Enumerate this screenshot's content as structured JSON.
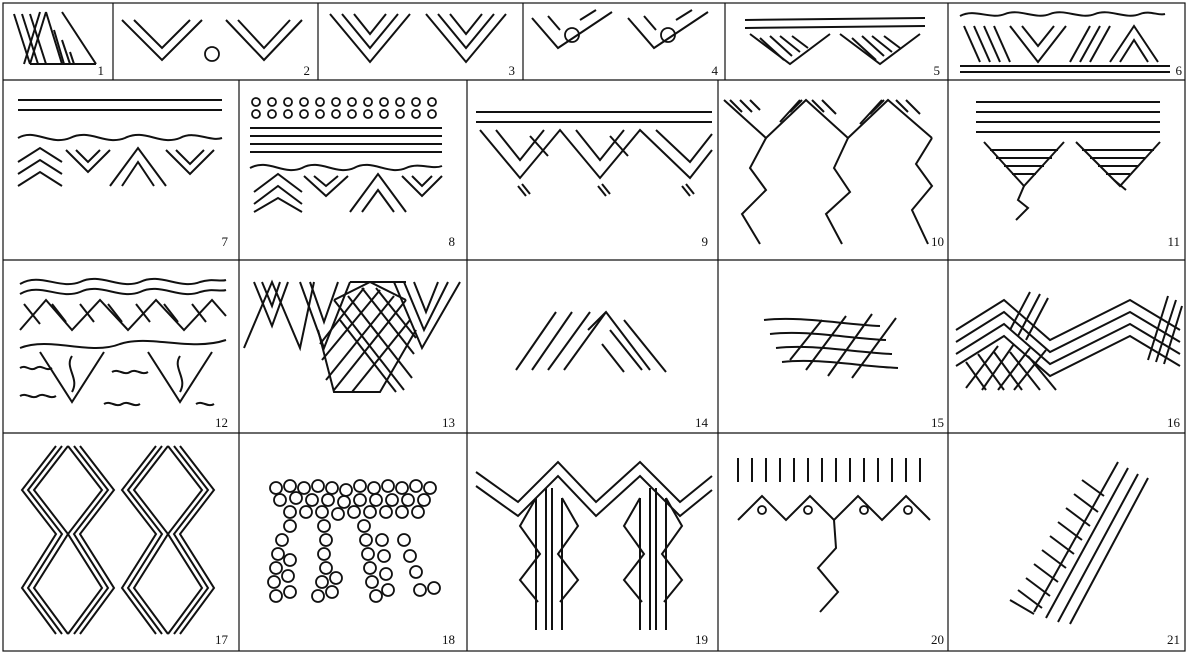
{
  "figure": {
    "cells": [
      {
        "number": "1",
        "motif": "slanted-hatched-triangle"
      },
      {
        "number": "2",
        "motif": "nested-chevrons-with-circle"
      },
      {
        "number": "3",
        "motif": "triple-nested-chevrons"
      },
      {
        "number": "4",
        "motif": "chevrons-with-circles"
      },
      {
        "number": "5",
        "motif": "hatched-triangles-under-lines"
      },
      {
        "number": "6",
        "motif": "wavy-line-and-hatched-chevrons"
      },
      {
        "number": "7",
        "motif": "lines-wave-and-chevron-band"
      },
      {
        "number": "8",
        "motif": "circle-rows-lines-wave-chevrons"
      },
      {
        "number": "9",
        "motif": "hatched-zigzag-with-ticks"
      },
      {
        "number": "10",
        "motif": "hatched-triangles-with-zigzag-pendants"
      },
      {
        "number": "11",
        "motif": "lines-over-hatched-triangles"
      },
      {
        "number": "12",
        "motif": "wave-bands-and-pendant-triangles"
      },
      {
        "number": "13",
        "motif": "chevrons-and-crosshatched-triangle"
      },
      {
        "number": "14",
        "motif": "parallel-slant-lines"
      },
      {
        "number": "15",
        "motif": "crossing-lines-grid"
      },
      {
        "number": "16",
        "motif": "zigzag-bands-with-crosshatch"
      },
      {
        "number": "17",
        "motif": "diamond-lozenges-of-parallel-lines"
      },
      {
        "number": "18",
        "motif": "circle-clusters-with-pendants"
      },
      {
        "number": "19",
        "motif": "zigzag-with-vertical-zigzag-pendants"
      },
      {
        "number": "20",
        "motif": "tick-row-triangles-circles-zigzag"
      },
      {
        "number": "21",
        "motif": "diagonal-parallel-and-hatched-bands"
      }
    ]
  }
}
